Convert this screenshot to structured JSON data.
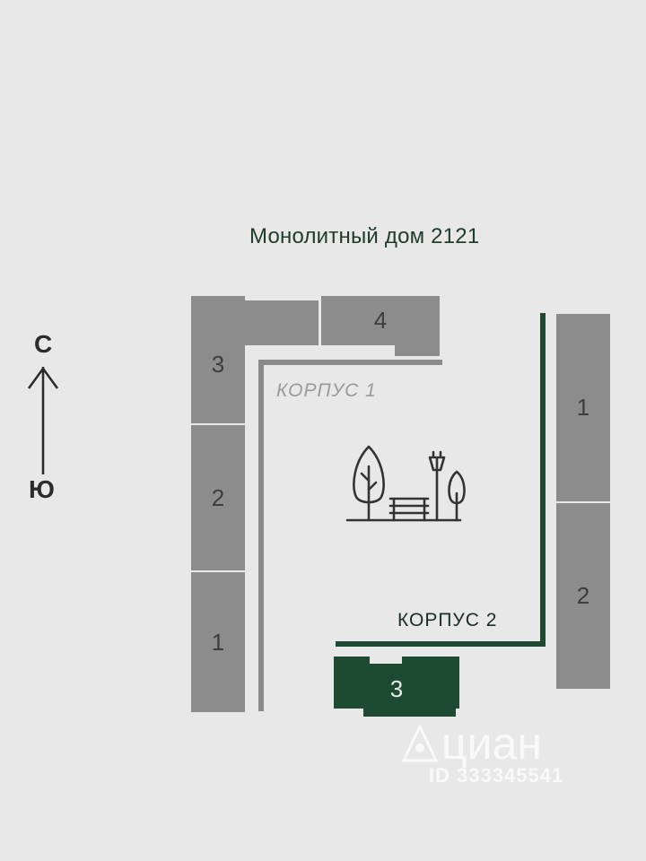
{
  "title": "Монолитный дом 2121",
  "compass": {
    "north": "С",
    "south": "Ю",
    "icon": "north-arrow-icon"
  },
  "korpus1": {
    "label": "КОРПУС 1",
    "sections": {
      "s1": "1",
      "s2": "2",
      "s3": "3",
      "s4": "4"
    }
  },
  "korpus2": {
    "label": "КОРПУС 2",
    "sections": {
      "s1": "1",
      "s2": "2",
      "s3": "3"
    },
    "highlight_color": "#1e4a32"
  },
  "courtyard": {
    "icon": "park-bench-trees-icon"
  },
  "watermark": {
    "brand": "циан",
    "id": "ID 333345541"
  }
}
